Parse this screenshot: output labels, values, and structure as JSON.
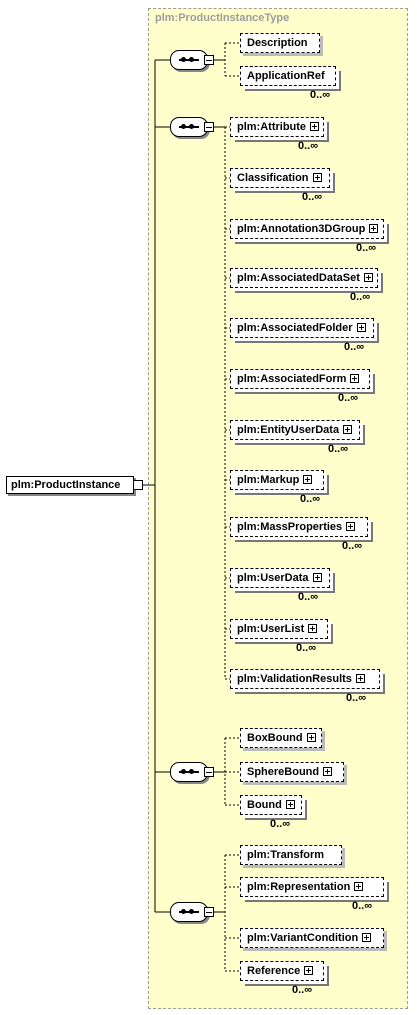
{
  "type_name": "plm:ProductInstanceType",
  "root_element": "plm:ProductInstance",
  "groups": [
    {
      "name": "sequence-1",
      "elements": [
        {
          "label": "Description",
          "occurs": ""
        },
        {
          "label": "ApplicationRef",
          "occurs": "0..∞"
        }
      ]
    },
    {
      "name": "sequence-2",
      "elements": [
        {
          "label": "plm:Attribute",
          "occurs": "0..∞"
        },
        {
          "label": "Classification",
          "occurs": "0..∞"
        },
        {
          "label": "plm:Annotation3DGroup",
          "occurs": "0..∞"
        },
        {
          "label": "plm:AssociatedDataSet",
          "occurs": "0..∞"
        },
        {
          "label": "plm:AssociatedFolder",
          "occurs": "0..∞"
        },
        {
          "label": "plm:AssociatedForm",
          "occurs": "0..∞"
        },
        {
          "label": "plm:EntityUserData",
          "occurs": "0..∞"
        },
        {
          "label": "plm:Markup",
          "occurs": "0..∞"
        },
        {
          "label": "plm:MassProperties",
          "occurs": "0..∞"
        },
        {
          "label": "plm:UserData",
          "occurs": "0..∞"
        },
        {
          "label": "plm:UserList",
          "occurs": "0..∞"
        },
        {
          "label": "plm:ValidationResults",
          "occurs": "0..∞"
        }
      ]
    },
    {
      "name": "sequence-3",
      "elements": [
        {
          "label": "BoxBound",
          "occurs": ""
        },
        {
          "label": "SphereBound",
          "occurs": ""
        },
        {
          "label": "Bound",
          "occurs": "0..∞"
        }
      ]
    },
    {
      "name": "sequence-4",
      "elements": [
        {
          "label": "plm:Transform",
          "occurs": ""
        },
        {
          "label": "plm:Representation",
          "occurs": "0..∞"
        },
        {
          "label": "plm:VariantCondition",
          "occurs": ""
        },
        {
          "label": "Reference",
          "occurs": "0..∞"
        }
      ]
    }
  ]
}
